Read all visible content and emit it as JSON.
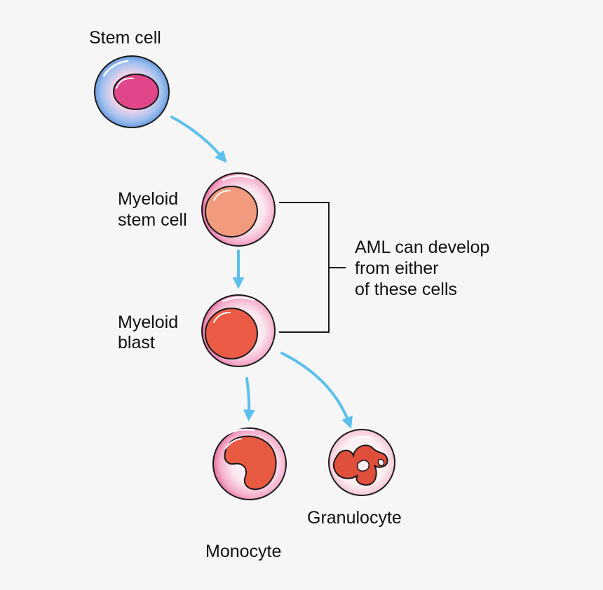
{
  "labels": {
    "stem_cell": "Stem cell",
    "myeloid_stem_cell_line1": "Myeloid",
    "myeloid_stem_cell_line2": "stem cell",
    "myeloid_blast_line1": "Myeloid",
    "myeloid_blast_line2": "blast",
    "aml_line1": "AML can develop",
    "aml_line2": "from either",
    "aml_line3": "of these cells",
    "granulocyte": "Granulocyte",
    "monocyte": "Monocyte"
  },
  "colors": {
    "background": "#f6f6f6",
    "arrow": "#5bc0eb",
    "stem_membrane": "#5b8fd6",
    "cell_membrane": "#e0487e",
    "stem_nucleus": "#e2468a",
    "myeloid_nucleus": "#f29a7e",
    "blast_nucleus": "#ea5a45",
    "monocyte_nucleus": "#e85a42",
    "granulocyte_nucleus": "#e04e3c"
  }
}
